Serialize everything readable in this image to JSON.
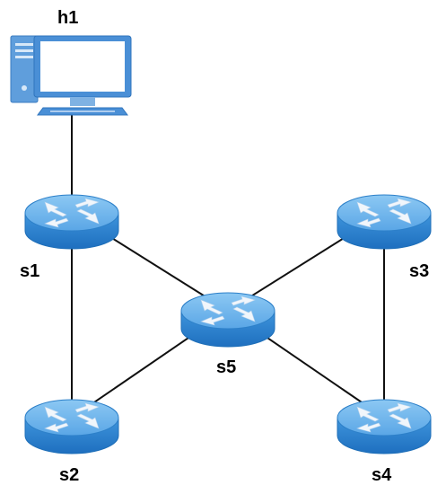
{
  "nodes": {
    "h1": {
      "label": "h1",
      "kind": "host"
    },
    "s1": {
      "label": "s1",
      "kind": "switch"
    },
    "s2": {
      "label": "s2",
      "kind": "switch"
    },
    "s3": {
      "label": "s3",
      "kind": "switch"
    },
    "s4": {
      "label": "s4",
      "kind": "switch"
    },
    "s5": {
      "label": "s5",
      "kind": "switch"
    }
  },
  "links": [
    [
      "h1",
      "s1"
    ],
    [
      "s1",
      "s2"
    ],
    [
      "s1",
      "s5"
    ],
    [
      "s2",
      "s5"
    ],
    [
      "s3",
      "s5"
    ],
    [
      "s3",
      "s4"
    ],
    [
      "s4",
      "s5"
    ]
  ],
  "colors": {
    "link": "#111111",
    "switch_top": "#6fb4ec",
    "switch_side": "#2d86d3",
    "switch_edge": "#1f6fb8",
    "arrow": "#eef4fb",
    "host_body": "#4a8fd6"
  },
  "icons": {
    "host": "desktop-computer-icon",
    "switch": "network-switch-icon"
  }
}
